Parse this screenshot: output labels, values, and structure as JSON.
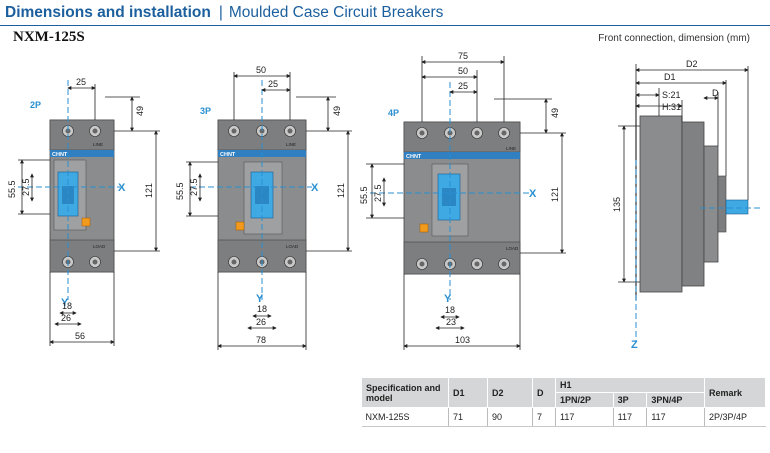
{
  "header": {
    "title": "Dimensions and installation",
    "separator": "|",
    "subtitle": "Moulded Case Circuit Breakers",
    "model": "NXM-125S",
    "note": "Front connection, dimension (mm)"
  },
  "colors": {
    "brand": "#1c5f9e",
    "dim_blue": "#2a8fd0",
    "body": "#8a8c8e",
    "handle": "#3fa9e3"
  },
  "views": {
    "p2": {
      "label": "2P",
      "dims": [
        "25",
        "49",
        "55.5",
        "27.5",
        "121",
        "18",
        "26",
        "56"
      ],
      "axis_x": "X",
      "axis_y": "Y"
    },
    "p3": {
      "label": "3P",
      "dims": [
        "50",
        "25",
        "49",
        "55.5",
        "27.5",
        "121",
        "18",
        "26",
        "78"
      ],
      "axis_x": "X",
      "axis_y": "Y"
    },
    "p4": {
      "label": "4P",
      "dims": [
        "75",
        "50",
        "25",
        "49",
        "55.5",
        "27.5",
        "121",
        "18",
        "23",
        "103"
      ],
      "axis_x": "X",
      "axis_y": "Y"
    },
    "side": {
      "dims": [
        "D2",
        "D1",
        "S:21",
        "H:31",
        "D",
        "135"
      ],
      "axis_z": "Z"
    }
  },
  "terminal_labels": {
    "line": "LINE",
    "load": "LOAD",
    "brand": "CHNT"
  },
  "table": {
    "col_spec": "Specification and model",
    "col_d1": "D1",
    "col_d2": "D2",
    "col_d": "D",
    "col_h1": "H1",
    "h1_sub": [
      "1PN/2P",
      "3P",
      "3PN/4P"
    ],
    "col_remark": "Remark",
    "row": {
      "model": "NXM-125S",
      "d1": "71",
      "d2": "90",
      "d": "7",
      "h1_2p": "117",
      "h1_3p": "117",
      "h1_4p": "117",
      "remark": "2P/3P/4P"
    }
  }
}
